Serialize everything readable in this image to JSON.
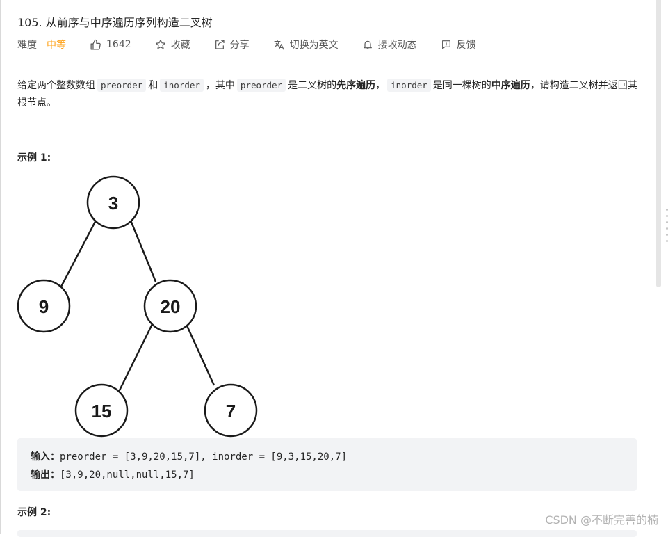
{
  "problem": {
    "title": "105. 从前序与中序遍历序列构造二叉树"
  },
  "meta": {
    "difficulty_label": "难度",
    "difficulty_value": "中等",
    "difficulty_color": "#ffa116",
    "likes": "1642",
    "collect": "收藏",
    "share": "分享",
    "switch_lang": "切换为英文",
    "notify": "接收动态",
    "feedback": "反馈"
  },
  "description": {
    "p1": "给定两个整数数组",
    "code_preorder": "preorder",
    "p2": "和",
    "code_inorder": "inorder",
    "p3": "，其中",
    "code_preorder_2": "preorder",
    "p4": "是二叉树的",
    "bold_pre": "先序遍历",
    "p5": "，",
    "code_inorder_2": "inorder",
    "p6": "是同一棵树的",
    "bold_in": "中序遍历",
    "p7": "，请构造二叉树并返回其根节点。"
  },
  "example1": {
    "title": "示例 1:",
    "tree_nodes": [
      "3",
      "9",
      "20",
      "15",
      "7"
    ],
    "input_label": "输入：",
    "input_value": "preorder = [3,9,20,15,7], inorder = [9,3,15,20,7]",
    "output_label": "输出：",
    "output_value": "[3,9,20,null,null,15,7]"
  },
  "example2": {
    "title": "示例 2:"
  },
  "watermark": "CSDN @不断完善的楠"
}
